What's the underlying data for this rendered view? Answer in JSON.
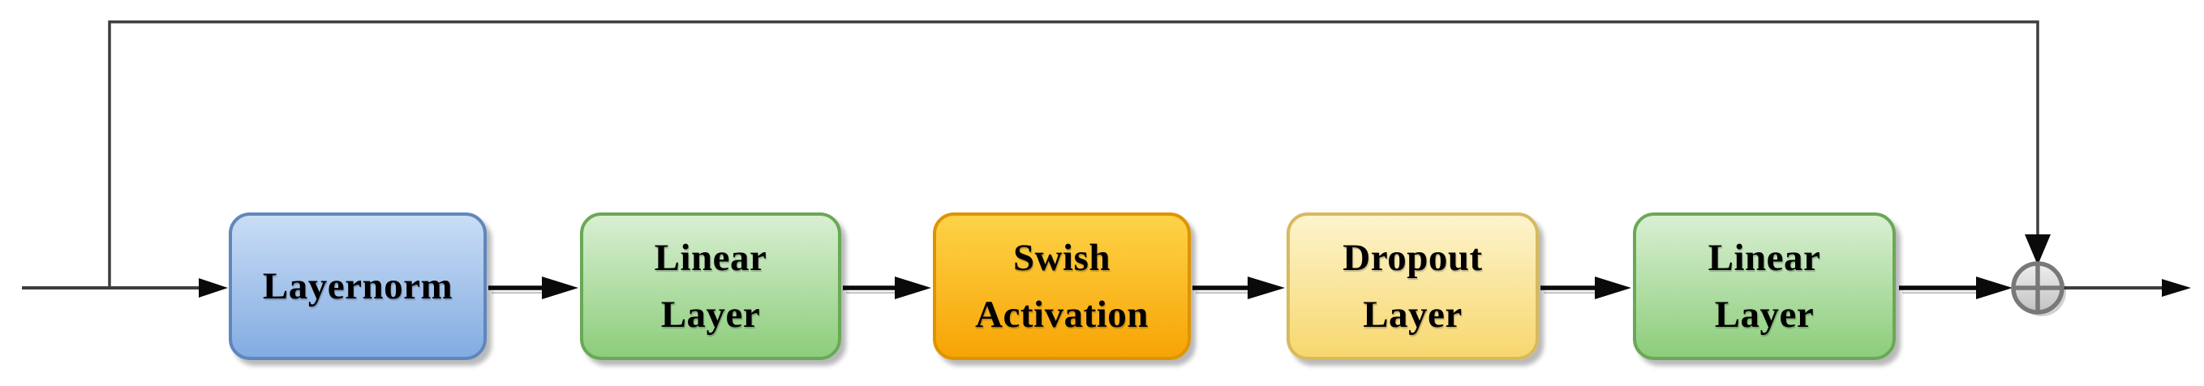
{
  "diagram_type": "block-diagram",
  "blocks": [
    {
      "label": "Layernorm",
      "colors": {
        "fill_top": "#c9ddf5",
        "fill_bottom": "#83ace2",
        "border": "#5f87bd"
      }
    },
    {
      "label": "Linear\nLayer",
      "colors": {
        "fill_top": "#d9efd2",
        "fill_bottom": "#8ccd7b",
        "border": "#69a956"
      }
    },
    {
      "label": "Swish\nActivation",
      "colors": {
        "fill_top": "#fed347",
        "fill_bottom": "#f7a405",
        "border": "#df9300"
      }
    },
    {
      "label": "Dropout\nLayer",
      "colors": {
        "fill_top": "#fdf4cd",
        "fill_bottom": "#f7d76e",
        "border": "#d7ba5e"
      }
    },
    {
      "label": "Linear\nLayer",
      "colors": {
        "fill_top": "#d9efd2",
        "fill_bottom": "#8ccd7b",
        "border": "#69a956"
      }
    }
  ],
  "operator": {
    "symbol": "⊕",
    "name": "elementwise-add",
    "colors": {
      "fill_top": "#ededed",
      "fill_bottom": "#c5c5c5",
      "stroke": "#787878"
    }
  },
  "connections": [
    {
      "from": "input",
      "to": "Layernorm",
      "type": "arrow"
    },
    {
      "from": "Layernorm",
      "to": "Linear Layer",
      "type": "arrow"
    },
    {
      "from": "Linear Layer",
      "to": "Swish Activation",
      "type": "arrow"
    },
    {
      "from": "Swish Activation",
      "to": "Dropout Layer",
      "type": "arrow"
    },
    {
      "from": "Dropout Layer",
      "to": "Linear Layer",
      "type": "arrow"
    },
    {
      "from": "Linear Layer",
      "to": "⊕",
      "type": "arrow"
    },
    {
      "from": "input",
      "to": "⊕",
      "type": "skip-connection"
    },
    {
      "from": "⊕",
      "to": "output",
      "type": "arrow"
    }
  ],
  "line_color": "#3d3d3d",
  "arrow_color": "#0a0a0a",
  "background_color": "#ffffff"
}
